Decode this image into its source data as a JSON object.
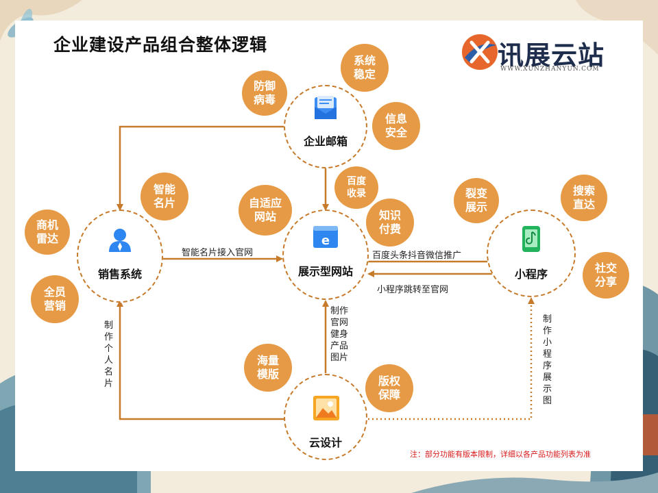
{
  "title": "企业建设产品组合整体逻辑",
  "logo": {
    "text": "讯展云站",
    "subtext": "WWW.XUNZHANYUN.COM"
  },
  "hubs": {
    "email": {
      "label": "企业邮箱",
      "icon": "mail-icon"
    },
    "sales": {
      "label": "销售系统",
      "icon": "user-icon"
    },
    "website": {
      "label": "展示型网站",
      "icon": "browser-e-icon"
    },
    "miniapp": {
      "label": "小程序",
      "icon": "phone-music-icon"
    },
    "design": {
      "label": "云设计",
      "icon": "picture-icon"
    }
  },
  "bubbles": {
    "antivirus": "防御\n病毒",
    "stable": "系统\n稳定",
    "infosec": "信息\n安全",
    "smartcard": "智能\n名片",
    "radar": "商机\n雷达",
    "allstaff": "全员\n营销",
    "adaptive": "自适应\n网站",
    "baidu": "百度\n收录",
    "payment": "知识\n付费",
    "fission": "裂变\n展示",
    "search": "搜索\n直达",
    "social": "社交\n分享",
    "templates": "海量\n模版",
    "copyright": "版权\n保障"
  },
  "edges": {
    "card_to_site": "智能名片接入官网",
    "site_to_mini": "百度头条抖音微信推广",
    "mini_to_site": "小程序跳转至官网",
    "design_to_site": "制作官网健身产品图片",
    "design_to_sales": "制作个人名片",
    "design_to_mini": "制作小程序展示图"
  },
  "note": "注：部分功能有版本限制，详细以各产品功能列表为准",
  "colors": {
    "accent": "#e79a45",
    "line": "#c67a2a",
    "icon_blue": "#2e86f0",
    "icon_green": "#22b35c",
    "note": "#d91a1a"
  }
}
